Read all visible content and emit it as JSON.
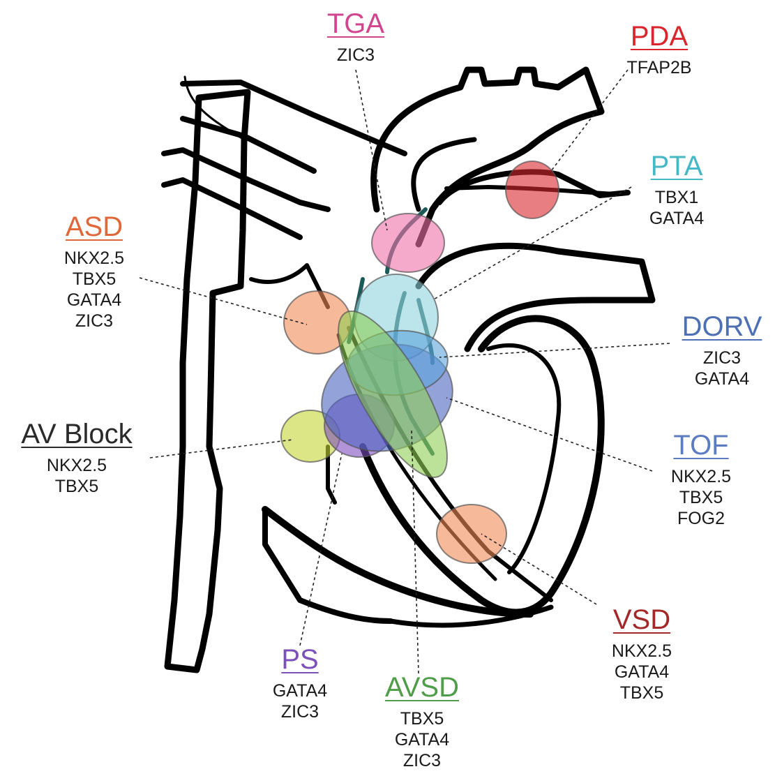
{
  "labels": [
    {
      "id": "tga",
      "title": "TGA",
      "color": "#d1458f",
      "genes": [
        "ZIC3"
      ]
    },
    {
      "id": "pda",
      "title": "PDA",
      "color": "#d8262c",
      "genes": [
        "TFAP2B"
      ]
    },
    {
      "id": "pta",
      "title": "PTA",
      "color": "#45b7c5",
      "genes": [
        "TBX1",
        "GATA4"
      ]
    },
    {
      "id": "asd",
      "title": "ASD",
      "color": "#e0673a",
      "genes": [
        "NKX2.5",
        "TBX5",
        "GATA4",
        "ZIC3"
      ]
    },
    {
      "id": "dorv",
      "title": "DORV",
      "color": "#4d6fb4",
      "genes": [
        "ZIC3",
        "GATA4"
      ]
    },
    {
      "id": "avblock",
      "title": "AV Block",
      "color": "#2a2a2a",
      "genes": [
        "NKX2.5",
        "TBX5"
      ]
    },
    {
      "id": "tof",
      "title": "TOF",
      "color": "#5b7cc2",
      "genes": [
        "NKX2.5",
        "TBX5",
        "FOG2"
      ]
    },
    {
      "id": "vsd",
      "title": "VSD",
      "color": "#a3282a",
      "genes": [
        "NKX2.5",
        "GATA4",
        "TBX5"
      ]
    },
    {
      "id": "ps",
      "title": "PS",
      "color": "#7b50b7",
      "genes": [
        "GATA4",
        "ZIC3"
      ]
    },
    {
      "id": "avsd",
      "title": "AVSD",
      "color": "#4f9d48",
      "genes": [
        "TBX5",
        "GATA4",
        "ZIC3"
      ]
    }
  ],
  "regions": [
    {
      "id": "pda",
      "color": "#d9262e"
    },
    {
      "id": "tga",
      "color": "#ef6fa8"
    },
    {
      "id": "pta",
      "color": "#8fd3de"
    },
    {
      "id": "asd",
      "color": "#f08a55"
    },
    {
      "id": "avblock",
      "color": "#c6d536"
    },
    {
      "id": "dorv",
      "color": "#5ba3dc"
    },
    {
      "id": "tof",
      "color": "#4d64c2"
    },
    {
      "id": "ps",
      "color": "#7f4fc0"
    },
    {
      "id": "avsd",
      "color": "#8fcf55"
    },
    {
      "id": "vsd",
      "color": "#f08a55"
    }
  ],
  "colors": {
    "outline": "#000000",
    "background": "#ffffff",
    "leader": "#222222",
    "vessel": "#1c5a5a"
  }
}
